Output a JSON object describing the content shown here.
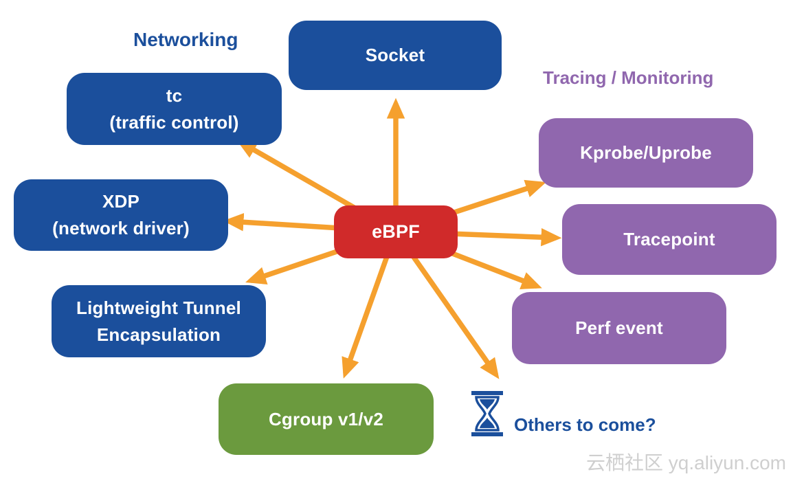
{
  "labels": {
    "networking": "Networking",
    "tracing": "Tracing / Monitoring",
    "others": "Others to come?",
    "watermark": "云栖社区 yq.aliyun.com"
  },
  "center": {
    "label": "eBPF"
  },
  "nodes": {
    "socket": {
      "label": "Socket"
    },
    "tc": {
      "line1": "tc",
      "line2": "(traffic control)"
    },
    "xdp": {
      "line1": "XDP",
      "line2": "(network driver)"
    },
    "lte": {
      "line1": "Lightweight Tunnel",
      "line2": "Encapsulation"
    },
    "cgroup": {
      "label": "Cgroup v1/v2"
    },
    "kprobe": {
      "label": "Kprobe/Uprobe"
    },
    "tracepoint": {
      "label": "Tracepoint"
    },
    "perf": {
      "label": "Perf event"
    }
  },
  "icons": {
    "others_icon": "hourglass-icon"
  },
  "colors": {
    "networking_box_blue": "#1b4f9c",
    "tracing_box_purple": "#9067ae",
    "center_red": "#d02a2a",
    "cgroup_green": "#6b9a3e",
    "arrow_orange": "#f5a02e",
    "label_blue": "#1b4f9c",
    "label_purple": "#9067ae",
    "watermark_gray": "#c7c7c7"
  }
}
